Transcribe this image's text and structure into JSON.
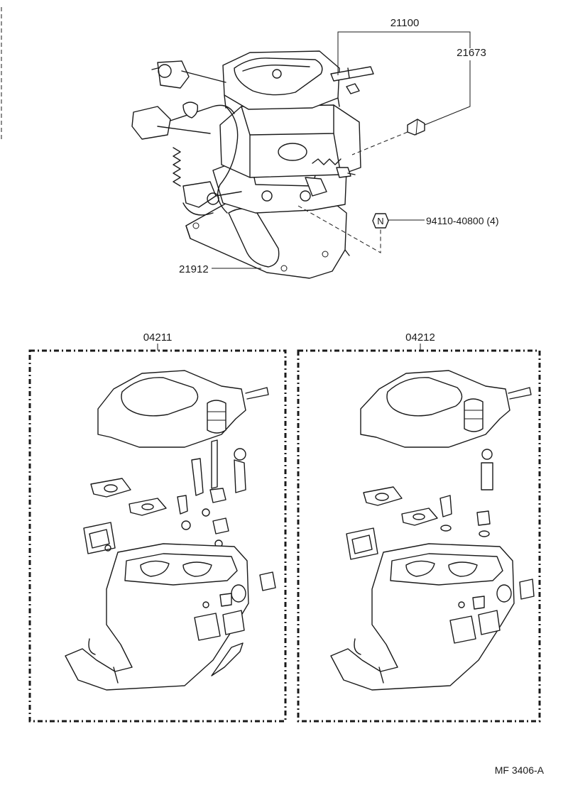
{
  "parts": {
    "carburetor_assy": "21100",
    "fuel_inlet_part": "21673",
    "insulator": "21912",
    "nut": "94110-40800 (4)",
    "nut_symbol": "N",
    "overhaul_kit_1": "04211",
    "overhaul_kit_2": "04212"
  },
  "figure_code": "MF 3406-A"
}
